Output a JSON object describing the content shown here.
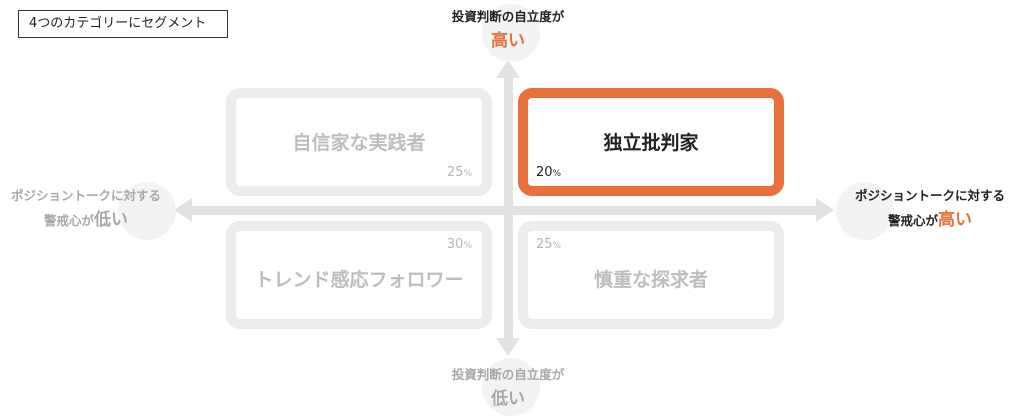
{
  "segment_tag": "4つのカテゴリーにセグメント",
  "axes": {
    "top": {
      "line1": "投資判断の自立度が",
      "emph": "高い"
    },
    "bottom": {
      "line1": "投資判断の自立度が",
      "emph": "低い"
    },
    "left": {
      "line1": "ポジショントークに対する",
      "line2": "警戒心が",
      "emph": "低い"
    },
    "right": {
      "line1": "ポジショントークに対する",
      "line2": "警戒心が",
      "emph": "高い"
    }
  },
  "quadrants": [
    {
      "name": "自信家な実践者",
      "percent": "25",
      "unit": "%",
      "highlighted": false
    },
    {
      "name": "独立批判家",
      "percent": "20",
      "unit": "%",
      "highlighted": true
    },
    {
      "name": "トレンド感応フォロワー",
      "percent": "30",
      "unit": "%",
      "highlighted": false
    },
    {
      "name": "慎重な探求者",
      "percent": "25",
      "unit": "%",
      "highlighted": false
    }
  ],
  "colors": {
    "accent": "#e8703a",
    "box_border": "#ececec",
    "axis": "#e2e2e2"
  }
}
